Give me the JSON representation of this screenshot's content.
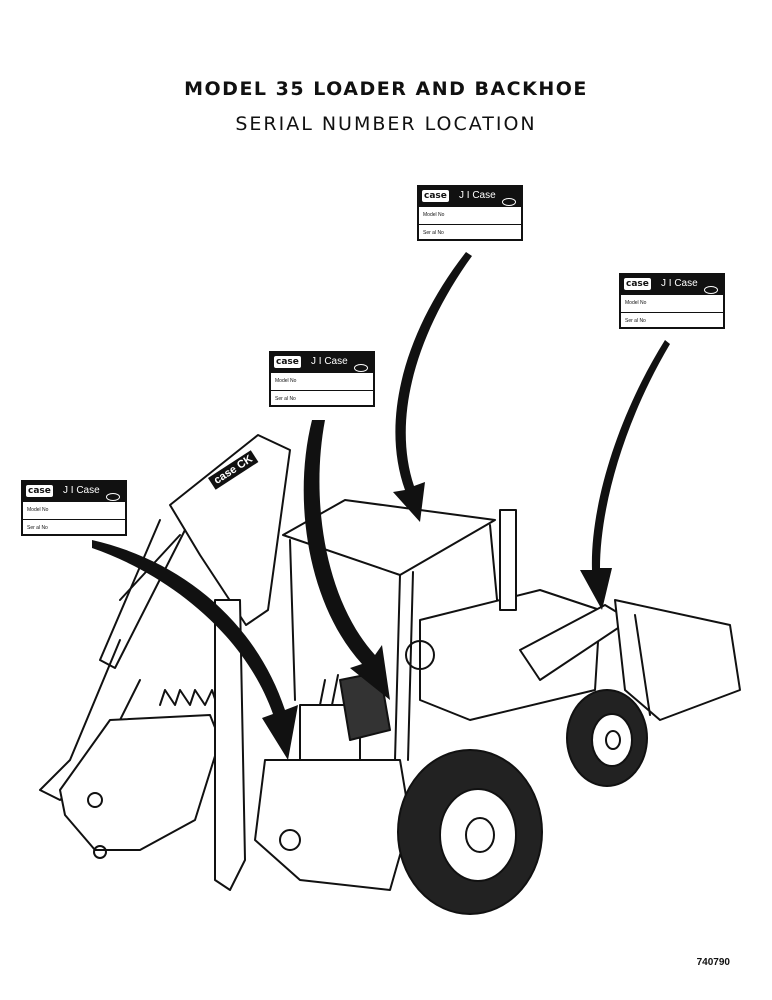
{
  "heading": {
    "line1": "MODEL 35 LOADER AND BACKHOE",
    "line2": "SERIAL NUMBER LOCATION"
  },
  "plates": [
    {
      "logo": "case",
      "brand": "J I Case",
      "model_label": "Model No",
      "serial_label": "Ser al No"
    },
    {
      "logo": "case",
      "brand": "J I Case",
      "model_label": "Model No",
      "serial_label": "Ser al No"
    },
    {
      "logo": "case",
      "brand": "J I Case",
      "model_label": "Model No",
      "serial_label": "Ser al No"
    },
    {
      "logo": "case",
      "brand": "J I Case",
      "model_label": "Model No",
      "serial_label": "Ser al No"
    }
  ],
  "boom_decal": "case CK",
  "document_number": "740790"
}
